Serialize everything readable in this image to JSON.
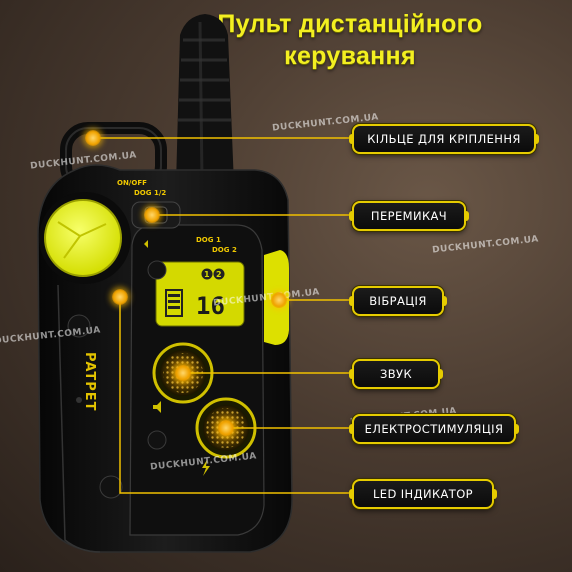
{
  "title": {
    "line1": "Пульт дистанційного",
    "line2": "керування"
  },
  "watermark": "DUCKHUNT.COM.UA",
  "device": {
    "brand": "PATPET",
    "on_off": "ON/OFF",
    "dog_toggle": "DOG 1/2",
    "dog1": "DOG 1",
    "dog2": "DOG 2",
    "dog_numbers": [
      "1",
      "2"
    ],
    "lcd_value": "16"
  },
  "callouts": [
    {
      "label": "КІЛЬЦЕ ДЛЯ КРІПЛЕННЯ"
    },
    {
      "label": "ПЕРЕМИКАЧ"
    },
    {
      "label": "ВІБРАЦІЯ"
    },
    {
      "label": "ЗВУК"
    },
    {
      "label": "ЕЛЕКТРОСТИМУЛЯЦІЯ"
    },
    {
      "label": "LED ІНДИКАТОР"
    }
  ],
  "colors": {
    "accent_yellow": "#f3ef21",
    "callout_border": "#e6cc00",
    "device_body": "#111111",
    "dot_glow": "#f0a300"
  }
}
